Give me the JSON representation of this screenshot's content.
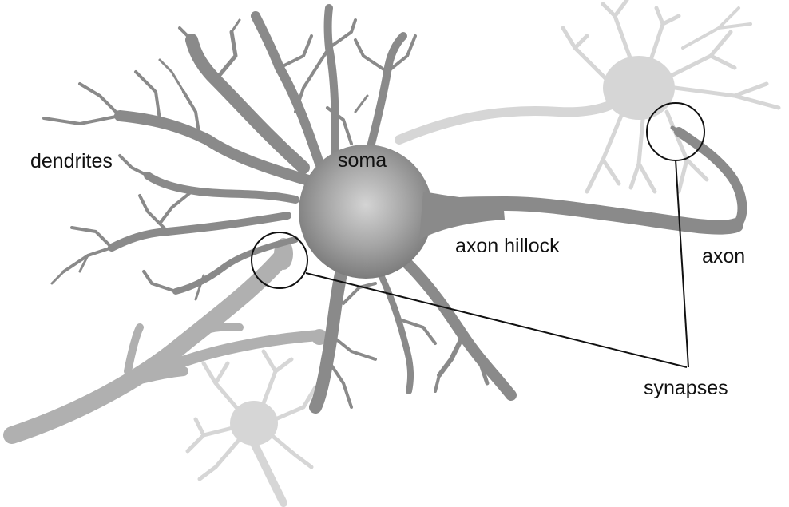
{
  "labels": {
    "dendrites": "dendrites",
    "soma": "soma",
    "axon_hillock": "axon hillock",
    "axon": "axon",
    "synapses": "synapses"
  },
  "colors": {
    "main_neuron": "#8a8a8a",
    "soma_center": "#d2d2d2",
    "soma_edge": "#7d7d7d",
    "neighbor_neuron": "#d4d4d4",
    "incoming_axon": "#b3b3b3",
    "outline": "#111111",
    "background": "#ffffff"
  }
}
